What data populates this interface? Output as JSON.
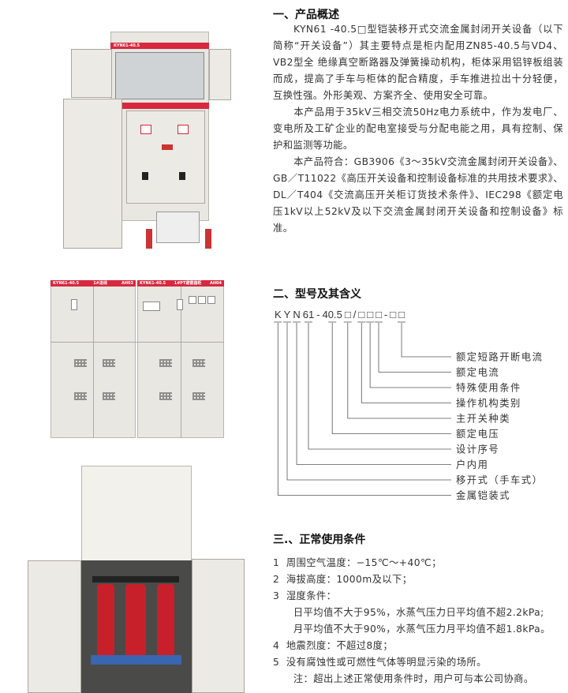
{
  "section1": {
    "title": "一、产品概述",
    "paragraphs": [
      "KYN61 -40.5□型铠装移开式交流金属封闭开关设备（以下简称“开关设备”）其主要特点是柜内配用ZN85-40.5与VD4、VB2型全 绝缘真空断路器及弹簧操动机构，柜体采用铝锌板组装而成，提高了手车与柜体的配合精度，手车推进拉出十分轻便，互换性强。外形美观、方案齐全、使用安全可靠。",
      "本产品用于35kV三相交流50Hz电力系统中，作为发电厂、变电所及工矿企业的配电室接受与分配电能之用，具有控制、保护和监测等功能。",
      "本产品符合：GB3906《3～35kV交流金属封闭开关设备》、GB／T11022《高压开关设备和控制设备标准的共用技术要求》、DL／T404《交流高压开关柜订货技术条件》、IEC298《额定电压1kV以上52kV及以下交流金属封闭开关设备和控制设备》标准。"
    ]
  },
  "section2": {
    "title": "二、型号及其含义",
    "code_parts": [
      "K",
      "Y",
      "N",
      "61",
      "-",
      "40.5",
      "□",
      "/",
      "□",
      "□",
      "□",
      "-",
      "□",
      "□"
    ],
    "meanings": [
      "额定短路开断电流",
      "额定电流",
      "特殊使用条件",
      "操作机构类别",
      "主开关种类",
      "额定电压",
      "设计序号",
      "户内用",
      "移开式（手车式）",
      "金属铠装式"
    ]
  },
  "section3": {
    "title": "三.、正常使用条件",
    "items": [
      "1  周围空气温度：−15℃～+40℃；",
      "2  海拔高度：1000m及以下；",
      "3  湿度条件：",
      "      日平均值不大于95%，水蒸气压力日平均值不超2.2kPa;",
      "      月平均值不大于90%，水蒸气压力月平均值不超1.8kPa。",
      "4  地震烈度：不超过8度；",
      "5  没有腐蚀性或可燃性气体等明显污染的场所。",
      "      注：超出上述正常使用条件时，用户可与本公司协商。"
    ]
  },
  "images": {
    "cabinet1_label": "KYN61-40.5",
    "cabinet2_labels": [
      "KYN61-40.5",
      "1#进线",
      "AH03",
      "KYN61-40.5",
      "1#PT避雷器柜",
      "AH04"
    ]
  },
  "colors": {
    "brand_red": "#d8283f",
    "panel": "#e9e7e1",
    "transformer": "#c8202a"
  }
}
